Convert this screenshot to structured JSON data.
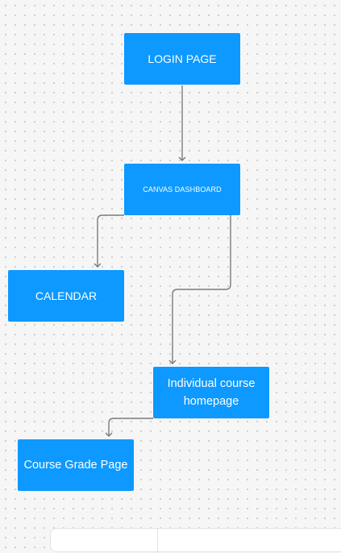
{
  "nodes": {
    "login": "LOGIN PAGE",
    "dashboard": "CANVAS DASHBOARD",
    "calendar": "CALENDAR",
    "course": "Individual course homepage",
    "grade": "Course Grade Page"
  },
  "edges": [
    {
      "from": "LOGIN PAGE",
      "to": "CANVAS DASHBOARD"
    },
    {
      "from": "CANVAS DASHBOARD",
      "to": "CALENDAR"
    },
    {
      "from": "CANVAS DASHBOARD",
      "to": "Individual course homepage"
    },
    {
      "from": "Individual course homepage",
      "to": "Course Grade Page"
    }
  ],
  "colors": {
    "node_fill": "#0d99ff",
    "node_text": "#ffffff",
    "connector": "#7a7a7a",
    "canvas": "#f6f6f6"
  }
}
